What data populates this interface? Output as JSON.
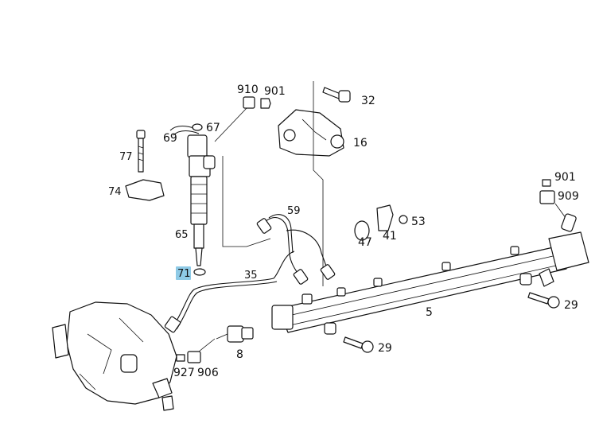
{
  "diagram": {
    "labels": {
      "p910": "910",
      "p901a": "901",
      "p32": "32",
      "p67": "67",
      "p69": "69",
      "p16": "16",
      "p77": "77",
      "p74": "74",
      "p59": "59",
      "p901b": "901",
      "p909": "909",
      "p53": "53",
      "p65": "65",
      "p47": "47",
      "p41": "41",
      "p71": "71",
      "p35": "35",
      "p5": "5",
      "p29a": "29",
      "p29b": "29",
      "p8": "8",
      "p927": "927",
      "p906": "906"
    },
    "highlight_color": "#8ecae6"
  }
}
